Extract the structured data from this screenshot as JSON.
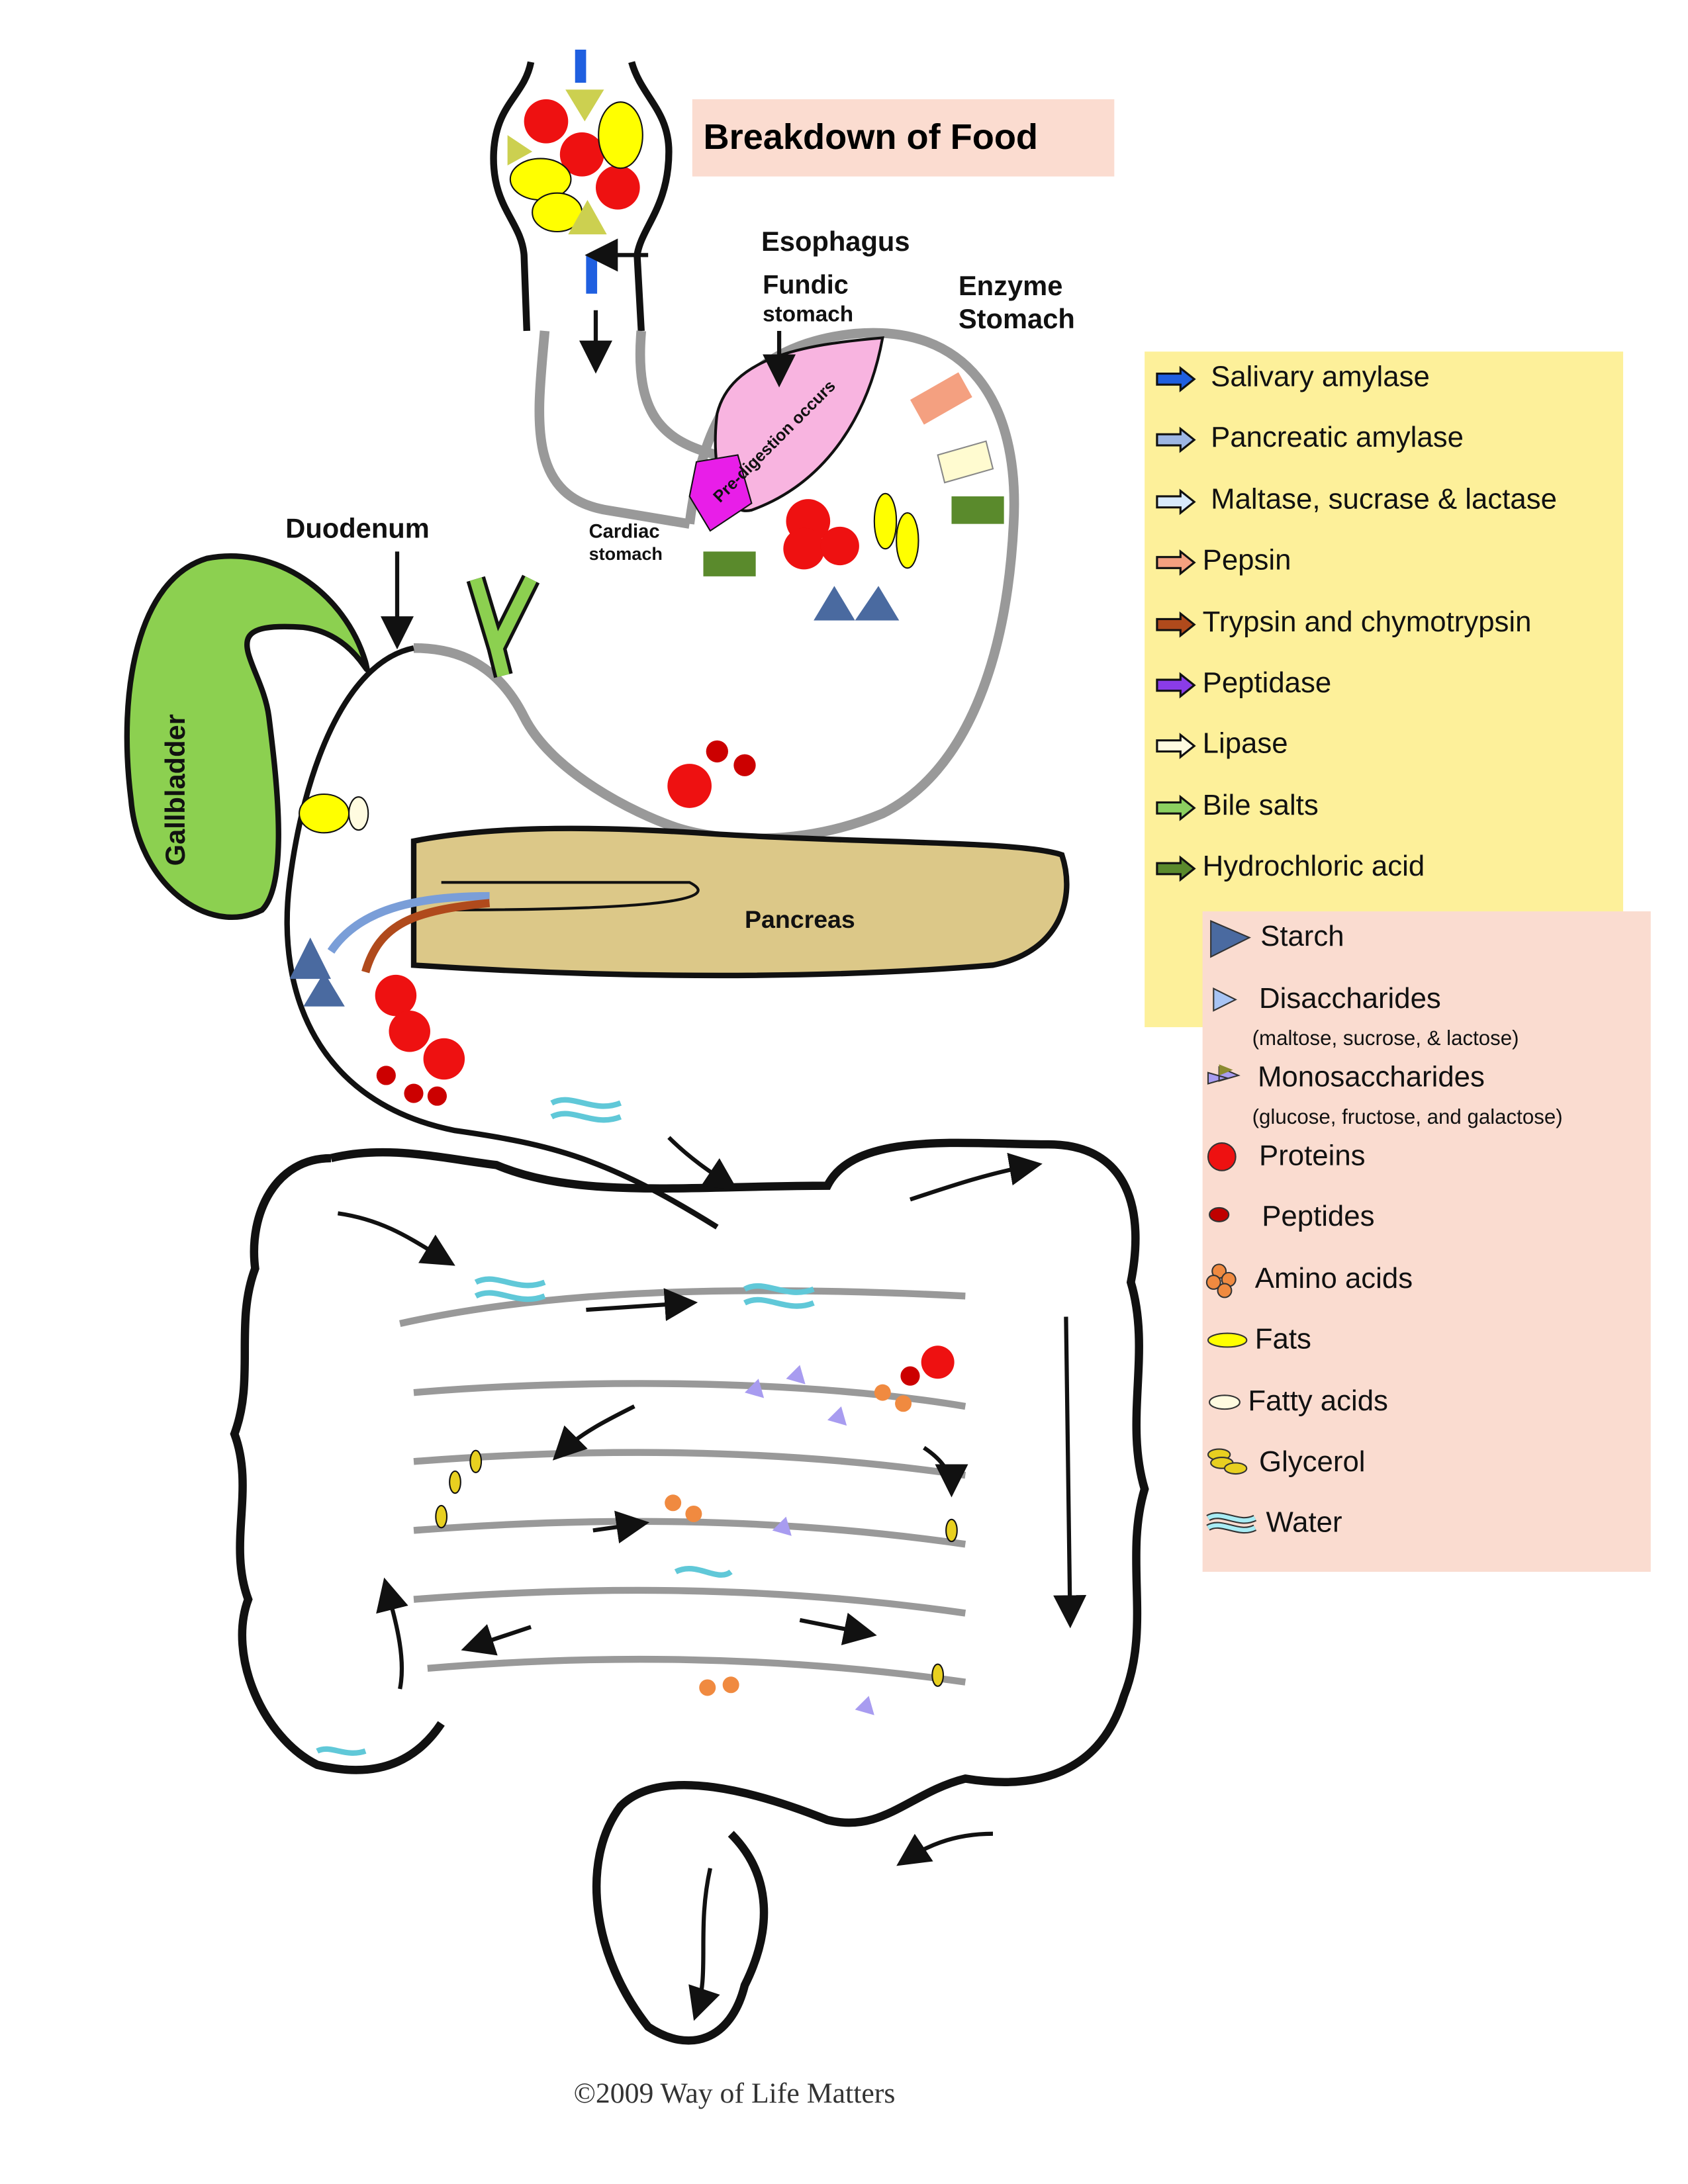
{
  "title": "Breakdown of Food",
  "labels": {
    "esophagus": "Esophagus",
    "fundic": "Fundic",
    "fundic2": "stomach",
    "enzyme": "Enzyme",
    "enzyme2": "Stomach",
    "predigestion": "Pre-digestion occurs",
    "cardiac": "Cardiac",
    "cardiac2": "stomach",
    "duodenum": "Duodenum",
    "gallbladder": "Gallbladder",
    "pancreas": "Pancreas"
  },
  "enzyme_legend": [
    {
      "label": "Salivary amylase",
      "color": "#1f5fe0"
    },
    {
      "label": "Pancreatic amylase",
      "color": "#9db6e4"
    },
    {
      "label": "Maltase, sucrase & lactase",
      "color": "#d8eafc"
    },
    {
      "label": "Pepsin",
      "color": "#f4a080"
    },
    {
      "label": "Trypsin and chymotrypsin",
      "color": "#b04a1c"
    },
    {
      "label": "Peptidase",
      "color": "#8a3ce8"
    },
    {
      "label": "Lipase",
      "color": "#fffbe0"
    },
    {
      "label": "Bile salts",
      "color": "#8cd060"
    },
    {
      "label": "Hydrochloric acid",
      "color": "#5a8a2c"
    }
  ],
  "food_legend": [
    {
      "label": "Starch",
      "icon": "large-triangle",
      "color": "#4a6aa0"
    },
    {
      "label": "Disaccharides",
      "note": "(maltose, sucrose, & lactose)",
      "icon": "small-triangle",
      "color": "#a8c4f4"
    },
    {
      "label": "Monosaccharides",
      "note": "(glucose, fructose, and galactose)",
      "icon": "triple-triangle",
      "color": "#a89cf0"
    },
    {
      "label": "Proteins",
      "icon": "large-circle",
      "color": "#ee1111"
    },
    {
      "label": "Peptides",
      "icon": "small-circle",
      "color": "#c00000"
    },
    {
      "label": "Amino acids",
      "icon": "circle-cluster",
      "color": "#f08a40"
    },
    {
      "label": "Fats",
      "icon": "ellipse",
      "color": "#ffff00"
    },
    {
      "label": "Fatty acids",
      "icon": "ellipse-outline",
      "color": "#fffbe0"
    },
    {
      "label": "Glycerol",
      "icon": "ellipse-cluster",
      "color": "#e8d020"
    },
    {
      "label": "Water",
      "icon": "wave",
      "color": "#a8ecf4"
    }
  ],
  "copyright": "©2009 Way of Life Matters"
}
